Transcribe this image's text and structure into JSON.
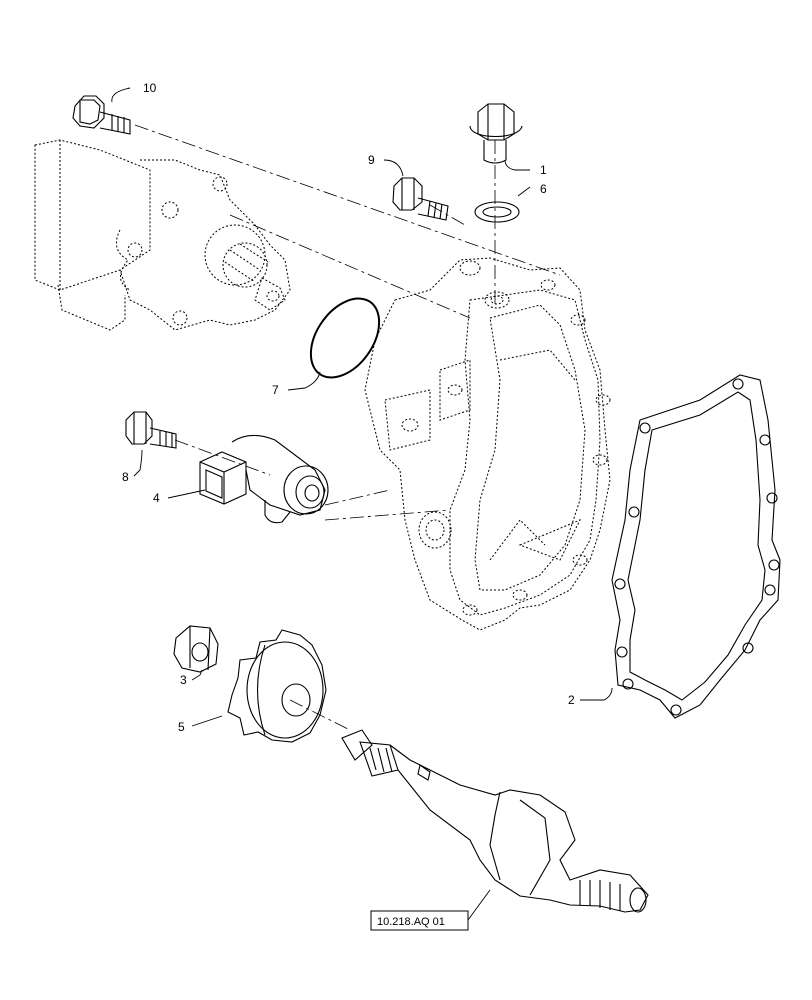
{
  "callouts": {
    "c1": "1",
    "c2": "2",
    "c3": "3",
    "c4": "4",
    "c5": "5",
    "c6": "6",
    "c7": "7",
    "c8": "8",
    "c9": "9",
    "c10": "10"
  },
  "reference_box": "10.218.AQ 01"
}
